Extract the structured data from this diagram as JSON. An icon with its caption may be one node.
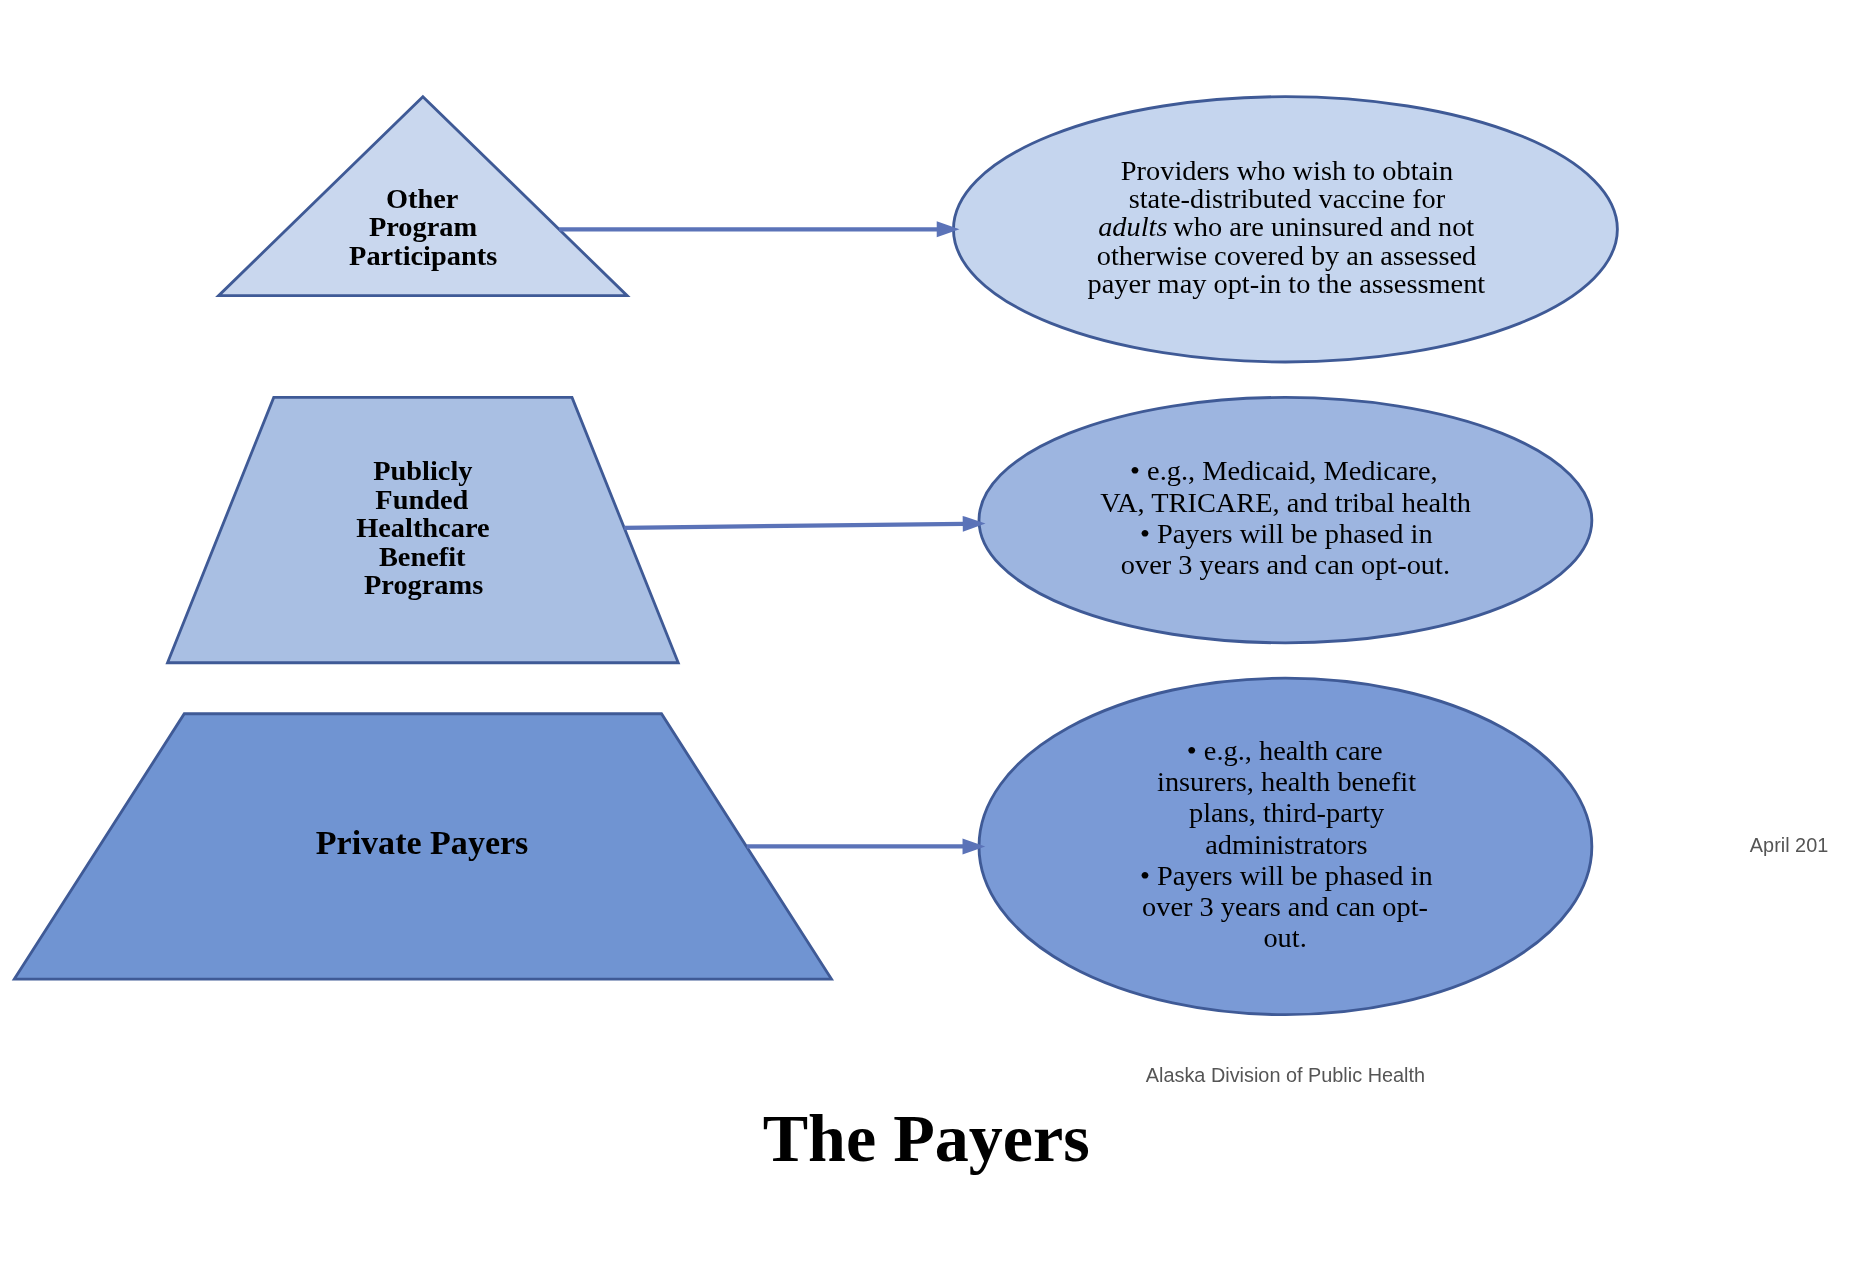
{
  "diagram": {
    "title": "The Payers",
    "nodes": [
      {
        "text": [
          "Other Program Participants"
        ]
      },
      {
        "text": [
          "Publicly Funded Healthcare Benefit Programs"
        ]
      },
      {
        "text": [
          "Private Payers"
        ]
      },
      {
        "text": [
          "Providers who wish to obtain state-distributed vaccine for *adults* who are uninsured and not otherwise covered by an assessed payer may opt-in to the assessment"
        ]
      },
      {
        "text": [
          "• e.g., Medicaid, Medicare, VA, TRICARE, and tribal health",
          "• Payers will be phased in over 3 years and can opt-out."
        ]
      },
      {
        "text": [
          "• e.g., health care insurers, health benefit plans, third-party administrators",
          "• Payers will be phased in over 3 years and can opt-out."
        ]
      }
    ],
    "edges": [
      {
        "from": 0,
        "to": 3,
        "arrow": "to"
      },
      {
        "from": 1,
        "to": 4,
        "arrow": "to"
      },
      {
        "from": 2,
        "to": 5,
        "arrow": "to"
      }
    ],
    "labels": [
      "Alaska Division of Public Health",
      "April 201"
    ]
  }
}
